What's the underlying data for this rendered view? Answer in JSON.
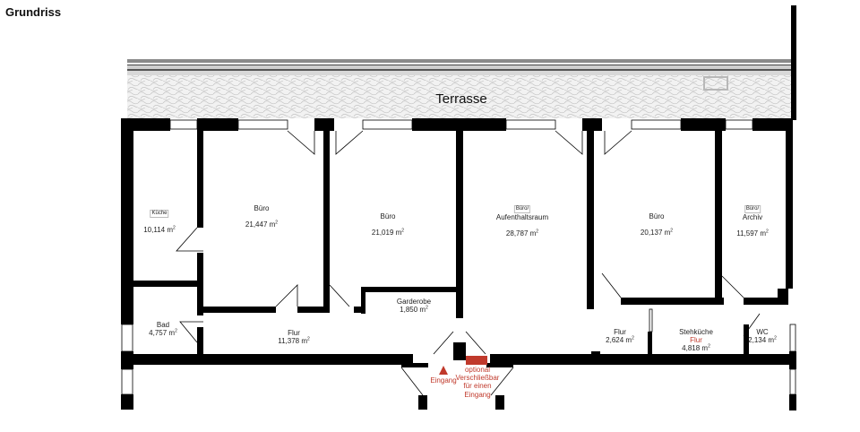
{
  "title": "Grundriss",
  "terrace": {
    "label": "Terrasse"
  },
  "colors": {
    "wall": "#000000",
    "accent_red": "#c0392b",
    "terrace_fill": "#e8e8e8",
    "terrace_stripe": "#8a8a8a"
  },
  "rooms": [
    {
      "id": "kueche",
      "name": "Küche",
      "area": "10,114 m",
      "boxed": true
    },
    {
      "id": "buero1",
      "name": "Büro",
      "area": "21,447 m"
    },
    {
      "id": "buero2",
      "name": "Büro",
      "area": "21,019 m"
    },
    {
      "id": "aufenthalt",
      "name_tag": "Büro/",
      "name": "Aufenthaltsraum",
      "area": "28,787 m"
    },
    {
      "id": "buero3",
      "name": "Büro",
      "area": "20,137 m"
    },
    {
      "id": "archiv",
      "name_tag": "Büro/",
      "name": "Archiv",
      "area": "11,597 m"
    },
    {
      "id": "garderobe",
      "name": "Garderobe",
      "area": "1,850 m"
    },
    {
      "id": "bad",
      "name": "Bad",
      "area": "4,757 m"
    },
    {
      "id": "flur1",
      "name": "Flur",
      "area": "11,378 m"
    },
    {
      "id": "flur2",
      "name": "Flur",
      "area": "2,624 m"
    },
    {
      "id": "stehkueche",
      "name": "Stehküche",
      "name_red": "Flur",
      "area": "4,818 m"
    },
    {
      "id": "wc",
      "name": "WC",
      "area": "2,134 m"
    }
  ],
  "area_unit_sup": "2",
  "entrance": {
    "label": "Eingang",
    "optional_note": [
      "optional",
      "Verschließbar",
      "für einen",
      "Eingang"
    ]
  }
}
